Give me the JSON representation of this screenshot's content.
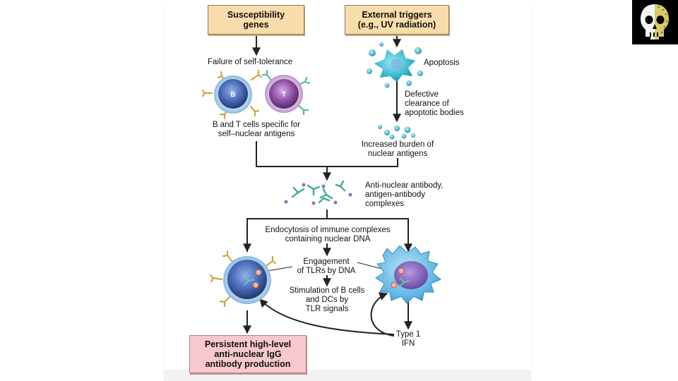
{
  "boxes": {
    "susceptibility": "Susceptibility\ngenes",
    "triggers": "External triggers\n(e.g., UV radiation)",
    "outcome": "Persistent high-level\nanti-nuclear IgG\nantibody production"
  },
  "labels": {
    "failure": "Failure of self-tolerance",
    "b_letter": "B",
    "t_letter": "T",
    "bt_cells": "B and T cells specific for\nself–nuclear antigens",
    "apoptosis": "Apoptosis",
    "defective": "Defective\nclearance of\napoptotic bodies",
    "burden": "Increased burden of\nnuclear antigens",
    "antibody": "Anti-nuclear antibody,\nantigen-antibody\ncomplexes",
    "endocytosis": "Endocytosis of immune complexes\ncontaining nuclear DNA",
    "engagement": "Engagement\nof TLRs by DNA",
    "stimulation": "Stimulation of B cells\nand DCs by\nTLR signals",
    "ifn": "Type 1\nIFN"
  },
  "colors": {
    "tan_box": "#f8dcaa",
    "pink_box": "#f7c8cc",
    "arrow": "#222222",
    "b_cell": "#3f5fa8",
    "t_cell": "#8a4a9e",
    "cyan_cell": "#45c1d9"
  }
}
